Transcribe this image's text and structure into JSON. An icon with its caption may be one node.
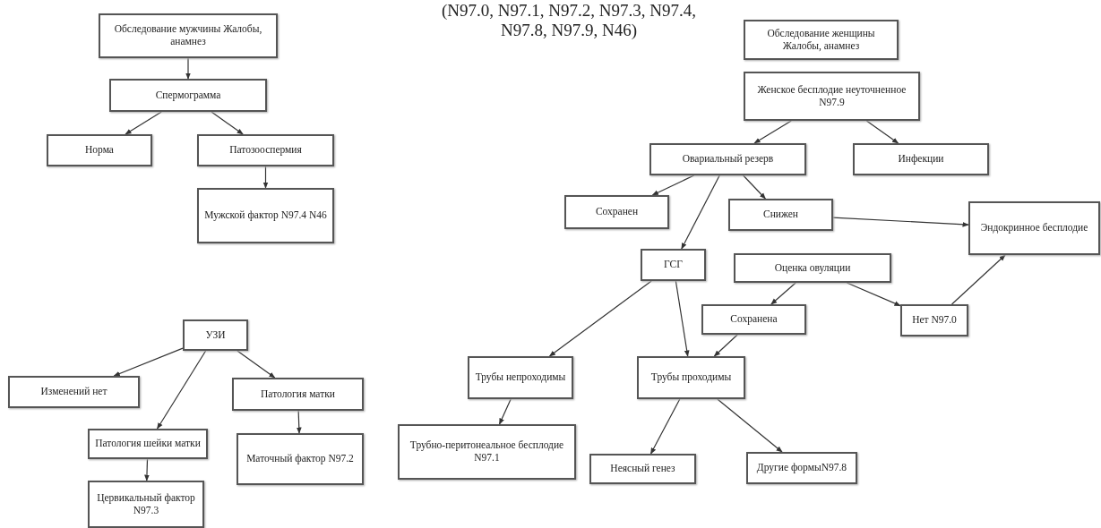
{
  "diagram": {
    "nodes": [
      {
        "text": [
          "Обследование мужчины Жалобы, анамнез"
        ]
      },
      {
        "text": [
          "Спермограмма"
        ]
      },
      {
        "text": [
          "Норма"
        ]
      },
      {
        "text": [
          "Патозооспермия"
        ]
      },
      {
        "text": [
          "Мужской фактор N97.4 N46"
        ]
      },
      {
        "text": [
          "Обследование женщины Жалобы, анамнез"
        ]
      },
      {
        "text": [
          "Женское бесплодие неуточненное N97.9"
        ]
      },
      {
        "text": [
          "Овариальный резерв"
        ]
      },
      {
        "text": [
          "Инфекции"
        ]
      },
      {
        "text": [
          "Сохранен"
        ]
      },
      {
        "text": [
          "Снижен"
        ]
      },
      {
        "text": [
          "Эндокринное бесплодие"
        ]
      },
      {
        "text": [
          "ГСГ"
        ]
      },
      {
        "text": [
          "Оценка овуляции"
        ]
      },
      {
        "text": [
          "Сохранена"
        ]
      },
      {
        "text": [
          "Нет N97.0"
        ]
      },
      {
        "text": [
          "Трубы непроходимы"
        ]
      },
      {
        "text": [
          "Трубы проходимы"
        ]
      },
      {
        "text": [
          "Трубно-перитонеальное бесплодие N97.1"
        ]
      },
      {
        "text": [
          "Неясный генез"
        ]
      },
      {
        "text": [
          "Другие формыN97.8"
        ]
      },
      {
        "text": [
          "УЗИ"
        ]
      },
      {
        "text": [
          "Изменений нет"
        ]
      },
      {
        "text": [
          "Патология матки"
        ]
      },
      {
        "text": [
          "Патология шейки матки"
        ]
      },
      {
        "text": [
          "Маточный фактор N97.2"
        ]
      },
      {
        "text": [
          "Цервикальный фактор N97.3"
        ]
      }
    ],
    "edges": [
      {
        "from": 0,
        "to": 1,
        "arrow": "to"
      },
      {
        "from": 1,
        "to": 2,
        "arrow": "to"
      },
      {
        "from": 1,
        "to": 3,
        "arrow": "to"
      },
      {
        "from": 3,
        "to": 4,
        "arrow": "to"
      },
      {
        "from": 6,
        "to": 7,
        "arrow": "to"
      },
      {
        "from": 6,
        "to": 8,
        "arrow": "to"
      },
      {
        "from": 7,
        "to": 9,
        "arrow": "to"
      },
      {
        "from": 7,
        "to": 10,
        "arrow": "to"
      },
      {
        "from": 7,
        "to": 12,
        "arrow": "to"
      },
      {
        "from": 10,
        "to": 11,
        "arrow": "to"
      },
      {
        "from": 13,
        "to": 14,
        "arrow": "to"
      },
      {
        "from": 13,
        "to": 15,
        "arrow": "to"
      },
      {
        "from": 15,
        "to": 11,
        "arrow": "to"
      },
      {
        "from": 12,
        "to": 16,
        "arrow": "to"
      },
      {
        "from": 12,
        "to": 17,
        "arrow": "to"
      },
      {
        "from": 14,
        "to": 17,
        "arrow": "to"
      },
      {
        "from": 16,
        "to": 18,
        "arrow": "to"
      },
      {
        "from": 17,
        "to": 19,
        "arrow": "to"
      },
      {
        "from": 17,
        "to": 20,
        "arrow": "to"
      },
      {
        "from": 21,
        "to": 22,
        "arrow": "to"
      },
      {
        "from": 21,
        "to": 24,
        "arrow": "to"
      },
      {
        "from": 21,
        "to": 23,
        "arrow": "to"
      },
      {
        "from": 23,
        "to": 25,
        "arrow": "to"
      },
      {
        "from": 24,
        "to": 26,
        "arrow": "to"
      }
    ],
    "labels": [
      "(N97.0, N97.1, N97.2, N97.3, N97.4, N97.8, N97.9, N46)"
    ]
  }
}
